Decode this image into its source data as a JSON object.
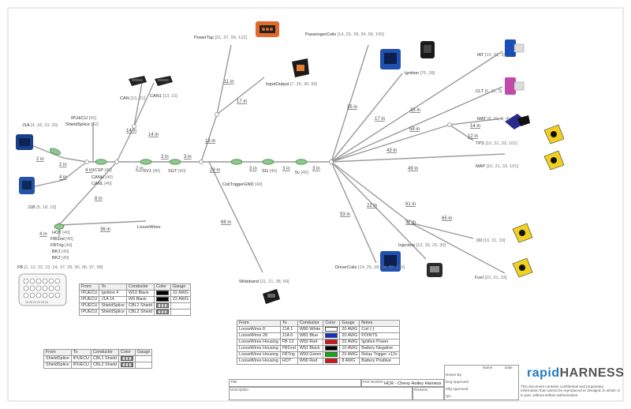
{
  "lengths": {
    "j1a_a": "2 in",
    "j1a_b": "2 in",
    "j1b": "4 in",
    "ipu": "4 in",
    "can_ipu": "14 in",
    "can_main": "14 in",
    "icsp_sv1": "2 in",
    "sv1_sgt": "3 in",
    "sgt_join": "3 in",
    "fb_down": "8 in",
    "fb_in": "4 in",
    "loosewires": "36 in",
    "powertap": "11 in",
    "powertap_mid": "13 in",
    "inputoutput": "17 in",
    "main_29": "29 in",
    "sg_a": "3 in",
    "sg_b": "3 in",
    "sg_c": "3 in",
    "wideband": "68 in",
    "passengercoils": "35 in",
    "ignition": "17 in",
    "iat": "33 in",
    "tps_split": "58 in",
    "mat": "14 in",
    "tps": "12 in",
    "map_a": "43 in",
    "map_b": "49 in",
    "drivercoils": "53 in",
    "oil_a": "22 in",
    "oil_b": "61 in",
    "injectors": "32 in",
    "fuel": "65 in"
  },
  "labels": {
    "powertap": "PowerTap",
    "powertap_refs": "[21, 37, 99, 122]",
    "inputoutput": "InputOutput",
    "inputoutput_refs": "[7, 25, 36, 99]",
    "passengercoils": "PassengerCoils",
    "passengercoils_refs": "[14, 25, 28, 34, 99, 100]",
    "ignition": "Ignition",
    "ignition_refs": "[76, 28]",
    "iat": "IAT",
    "iat_refs": "[10, 31, 3]",
    "clt": "CLT",
    "clt_refs": "[6, 31, 3]",
    "mat": "MAT",
    "mat_refs": "[8, 31, 0, 4]",
    "tps": "TPS",
    "tps_refs": "[10, 31, 33, 101]",
    "map": "MAP",
    "map_refs": "[10, 31, 33, 101]",
    "oil": "Oil",
    "oil_refs": "[10, 31, 33]",
    "fuel": "Fuel",
    "fuel_refs": "[10, 31, 33]",
    "injectors": "Injectors",
    "injectors_refs": "[13, 26, 29, 30]",
    "drivercoils": "DriverCoils",
    "drivercoils_refs": "[14, 25, 28, 34, 99, 100]",
    "wideband": "Wideband",
    "wideband_refs": "[11, 21, 38, 99]",
    "coiltrigger": "CoilTriggerGND",
    "coiltrigger_refs": "[40]",
    "sg": "SG",
    "sg_refs": "[40]",
    "5v": "5v",
    "5v_refs": "[40]",
    "sgt": "SGT",
    "sgt_refs": "[40]",
    "sv1": "5V1",
    "sv1_refs": "[40]",
    "icsp": "ICSP",
    "icsp_refs": "[40]",
    "canh": "CANH",
    "canh_refs": "[40]",
    "canl": "CANL",
    "canl_refs": "[40]",
    "can": "CAN",
    "can_refs": "[13, 21]",
    "can1": "CAN1",
    "can1_refs": "[13, 21]",
    "ipuecu": "IPUECU",
    "ipuecu_refs": "[42]",
    "shieldsplice": "ShieldSplice",
    "shieldsplice_refs": "[42]",
    "j1a": "J1A",
    "j1a_refs": "[4, 18, 19, 20]",
    "j1b": "J1B",
    "j1b_refs": "[5, 18, 19]",
    "hot": "HOT",
    "hot_refs": "[40]",
    "fbgnd": "FBGnd",
    "fbgnd_refs": "[40]",
    "fbtrig": "FBTrig",
    "fbtrig_refs": "[40]",
    "bk1": "BK1",
    "bk1_refs": "[40]",
    "bk2": "BK2",
    "bk2_refs": "[40]",
    "loosewires": "LooseWires",
    "fb": "FB",
    "fb_refs": "[1, 12, 22, 23, 24, 37, 39, 95, 96, 97, 98]",
    "fb_pins": "19 20 21 22 23 24"
  },
  "tables": {
    "ipu": {
      "headers": [
        "From",
        "To",
        "Conductor",
        "Color",
        "Gauge"
      ],
      "rows": [
        {
          "from": "IPUECU",
          "to": "Ignition 4",
          "conductor": "W10 Black",
          "color": "#000000",
          "gauge": "22 AWG"
        },
        {
          "from": "IPUECU",
          "to": "J1A 14",
          "conductor": "W9 Black",
          "color": "#000000",
          "gauge": "22 AWG"
        },
        {
          "from": "IPUECU",
          "to": "ShieldSplice",
          "conductor": "CBL1 Shield",
          "color": "#b0b0b0",
          "gauge": ""
        },
        {
          "from": "IPUECU",
          "to": "ShieldSplice",
          "conductor": "CBL2 Shield",
          "color": "#b0b0b0",
          "gauge": ""
        }
      ]
    },
    "shield": {
      "headers": [
        "From",
        "To",
        "Conductor",
        "Color",
        "Gauge"
      ],
      "rows": [
        {
          "from": "ShieldSplice",
          "to": "IPUECU",
          "conductor": "CBL1 Shield",
          "color": "#b0b0b0",
          "gauge": ""
        },
        {
          "from": "ShieldSplice",
          "to": "IPUECU",
          "conductor": "CBL2 Shield",
          "color": "#b0b0b0",
          "gauge": ""
        }
      ]
    },
    "loose": {
      "headers": [
        "From",
        "To",
        "Conductor",
        "Color",
        "Gauge",
        "Notes"
      ],
      "rows": [
        {
          "from": "LooseWires 8",
          "to": "J1A 1",
          "conductor": "W80 White",
          "color": "#ffffff",
          "gauge": "20 AWG",
          "notes": "Coil (-)"
        },
        {
          "from": "LooseWires 28",
          "to": "J1A 6",
          "conductor": "W81 Blue",
          "color": "#1030d0",
          "gauge": "20 AWG",
          "notes": "POINTS"
        },
        {
          "from": "LooseWires Housing",
          "to": "FB 13",
          "conductor": "W92 Red",
          "color": "#e01010",
          "gauge": "20 AWG",
          "notes": "Ignition Power"
        },
        {
          "from": "LooseWires Housing",
          "to": "FBGnd",
          "conductor": "W91 Black",
          "color": "#000000",
          "gauge": "10 AWG",
          "notes": "Battery Negative"
        },
        {
          "from": "LooseWires Housing",
          "to": "FBTrig",
          "conductor": "W93 Green",
          "color": "#10b010",
          "gauge": "20 AWG",
          "notes": "Relay Trigger +12v"
        },
        {
          "from": "LooseWires Housing",
          "to": "HOT",
          "conductor": "W90 Red",
          "color": "#e01010",
          "gauge": "8 AWG",
          "notes": "Battery Positive"
        }
      ]
    }
  },
  "title_block": {
    "title": "Title",
    "part_number_label": "Part Number",
    "part_number": "HCR - Chevy Holley Harness",
    "description": "Description",
    "revision": "Revision",
    "rev_value": "",
    "name": "Name",
    "date": "Date",
    "drawn_by": "Drawn By",
    "eng_approved": "Eng Approved",
    "mfg_approved": "Mfg Approved",
    "qa": "QA",
    "logo_a": "rapid",
    "logo_b": "HARNESS",
    "notice": "This document contains confidential and proprietary information that cannot be reproduced or divulged, in whole or in part, without written authorization."
  }
}
